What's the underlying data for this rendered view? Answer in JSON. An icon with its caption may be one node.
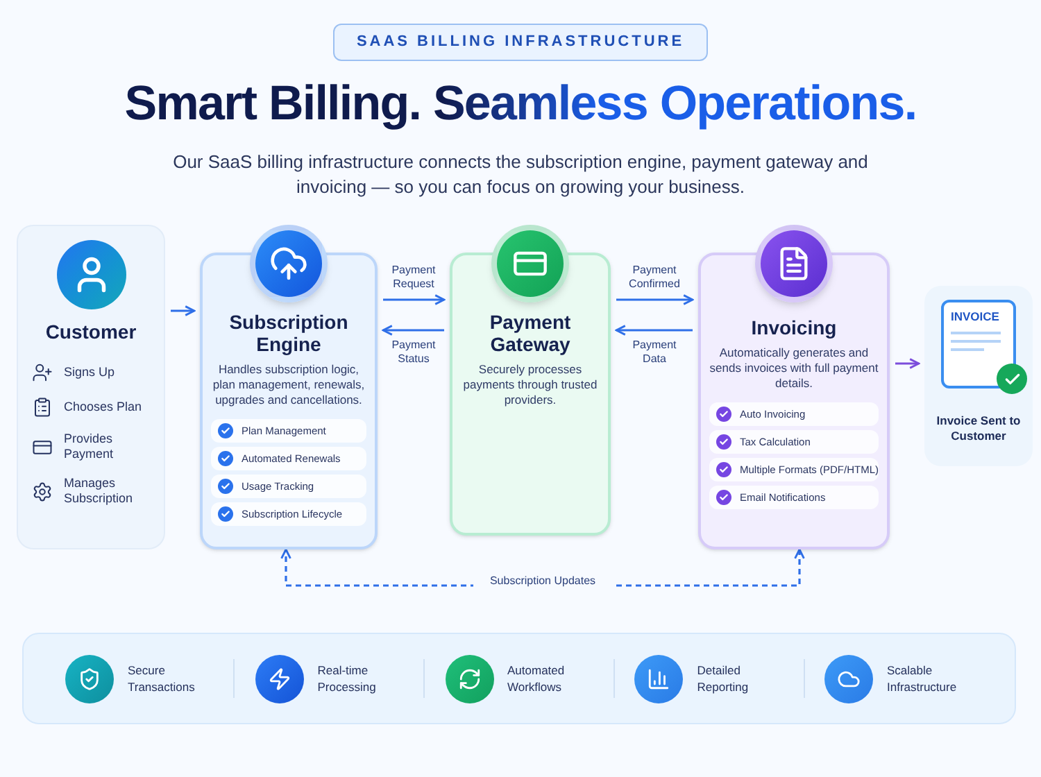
{
  "diagram": {
    "title": "Smart Billing. Seamless Operations.",
    "nodes": [
      {
        "text": [
          "Customer",
          "Signs Up",
          "Chooses Plan",
          "Provides Payment",
          "Manages Subscription"
        ]
      },
      {
        "text": [
          "Subscription Engine",
          "Handles subscription logic, plan management, renewals, upgrades and cancellations.",
          "Plan Management",
          "Automated Renewals",
          "Usage Tracking",
          "Subscription Lifecycle"
        ]
      },
      {
        "text": [
          "Payment Gateway",
          "Securely processes payments through trusted providers."
        ]
      },
      {
        "text": [
          "Invoicing",
          "Automatically generates and sends invoices with full payment details.",
          "Auto Invoicing",
          "Tax Calculation",
          "Multiple Formats (PDF/HTML)",
          "Email Notifications"
        ]
      },
      {
        "text": [
          "INVOICE",
          "Invoice Sent to Customer"
        ]
      },
      {
        "text": [],
        "shape": "box"
      },
      {
        "text": [
          "Secure Transactions"
        ],
        "in": 5
      },
      {
        "text": [
          "Real-time Processing"
        ],
        "in": 5
      },
      {
        "text": [
          "Automated Workflows"
        ],
        "in": 5
      },
      {
        "text": [
          "Detailed Reporting"
        ],
        "in": 5
      },
      {
        "text": [
          "Scalable Infrastructure"
        ],
        "in": 5
      }
    ],
    "edges": [
      {
        "from": 0,
        "to": 1,
        "arrow": "to"
      },
      {
        "from": 1,
        "to": 2,
        "arrow": "to",
        "label": "Payment Request"
      },
      {
        "from": 2,
        "to": 1,
        "arrow": "to",
        "label": "Payment Status"
      },
      {
        "from": 2,
        "to": 3,
        "arrow": "to",
        "label": "Payment Confirmed"
      },
      {
        "from": 3,
        "to": 2,
        "arrow": "to",
        "label": "Payment Data"
      },
      {
        "from": 3,
        "to": 4,
        "arrow": "to",
        "color": "#7c4ddb"
      },
      {
        "from": 3,
        "to": 1,
        "arrow": "both",
        "label": "Subscription Updates",
        "style": "dashed"
      }
    ],
    "labels": [
      "SAAS BILLING INFRASTRUCTURE",
      "Our SaaS billing infrastructure connects the subscription engine, payment gateway and invoicing — so you can focus on growing your business."
    ]
  }
}
